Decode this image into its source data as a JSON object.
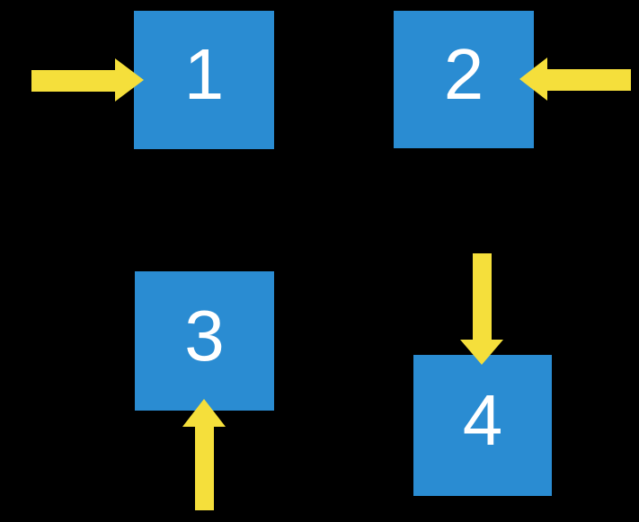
{
  "colors": {
    "bg": "#000000",
    "square": "#2A8CD2",
    "arrow": "#F5DF3B",
    "label": "#FFFFFF"
  },
  "squares": [
    {
      "label": "1",
      "arrow_direction": "right",
      "arrow_enters_from": "left side"
    },
    {
      "label": "2",
      "arrow_direction": "left",
      "arrow_enters_from": "right side"
    },
    {
      "label": "3",
      "arrow_direction": "up",
      "arrow_enters_from": "bottom"
    },
    {
      "label": "4",
      "arrow_direction": "down",
      "arrow_enters_from": "top"
    }
  ]
}
